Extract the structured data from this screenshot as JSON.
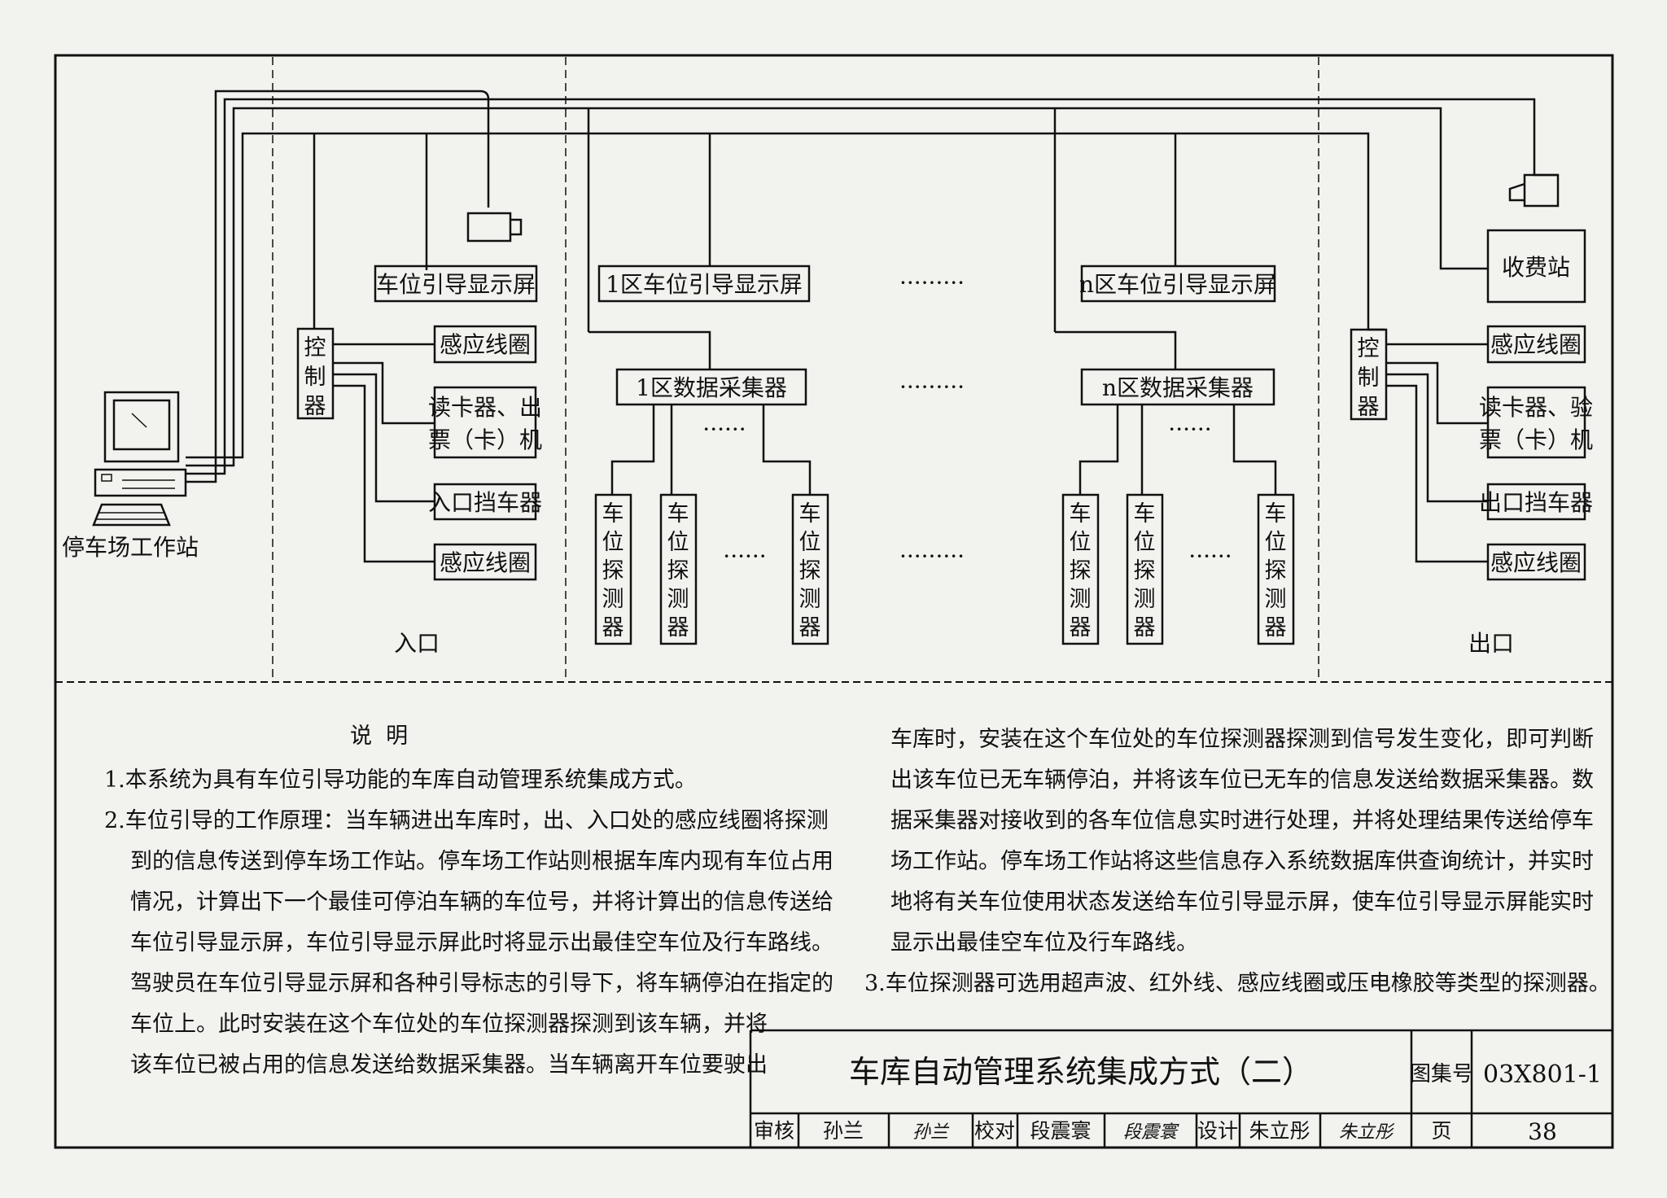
{
  "diagram": {
    "workstation": "停车场工作站",
    "entrance": {
      "zone_label": "入口",
      "guide_screen": "车位引导显示屏",
      "controller": "控制器",
      "loop_top": "感应线圈",
      "reader": [
        "读卡器、出",
        "票（卡）机"
      ],
      "barrier": "入口挡车器",
      "loop_bottom": "感应线圈"
    },
    "zone1": {
      "guide_screen": "1区车位引导显示屏",
      "collector": "1区数据采集器",
      "detector": "车位探测器"
    },
    "zonen": {
      "guide_screen": "n区车位引导显示屏",
      "collector": "n区数据采集器",
      "detector": "车位探测器"
    },
    "exit": {
      "zone_label": "出口",
      "toll_station": "收费站",
      "controller": "控制器",
      "loop_top": "感应线圈",
      "reader": [
        "读卡器、验",
        "票（卡）机"
      ],
      "barrier": "出口挡车器",
      "loop_bottom": "感应线圈"
    },
    "ellipsis": "·········",
    "ellipsis_short": "······"
  },
  "notes": {
    "heading": "说  明",
    "left_lines": [
      "1.本系统为具有车位引导功能的车库自动管理系统集成方式。",
      "2.车位引导的工作原理：当车辆进出车库时，出、入口处的感应线圈将探测",
      "到的信息传送到停车场工作站。停车场工作站则根据车库内现有车位占用",
      "情况，计算出下一个最佳可停泊车辆的车位号，并将计算出的信息传送给",
      "车位引导显示屏，车位引导显示屏此时将显示出最佳空车位及行车路线。",
      "驾驶员在车位引导显示屏和各种引导标志的引导下，将车辆停泊在指定的",
      "车位上。此时安装在这个车位处的车位探测器探测到该车辆，并将",
      "该车位已被占用的信息发送给数据采集器。当车辆离开车位要驶出"
    ],
    "right_lines": [
      "车库时，安装在这个车位处的车位探测器探测到信号发生变化，即可判断",
      "出该车位已无车辆停泊，并将该车位已无车的信息发送给数据采集器。数",
      "据采集器对接收到的各车位信息实时进行处理，并将处理结果传送给停车",
      "场工作站。停车场工作站将这些信息存入系统数据库供查询统计，并实时",
      "地将有关车位使用状态发送给车位引导显示屏，使车位引导显示屏能实时",
      "显示出最佳空车位及行车路线。",
      "3.车位探测器可选用超声波、红外线、感应线圈或压电橡胶等类型的探测器。"
    ]
  },
  "title_block": {
    "title": "车库自动管理系统集成方式（二）",
    "atlas_label": "图集号",
    "atlas_no": "03X801-1",
    "review_label": "审核",
    "reviewer": "孙兰",
    "review_sign": "孙兰",
    "check_label": "校对",
    "checker": "段震寰",
    "check_sign": "段震寰",
    "design_label": "设计",
    "designer": "朱立彤",
    "design_sign": "朱立彤",
    "page_label": "页",
    "page_no": "38"
  }
}
